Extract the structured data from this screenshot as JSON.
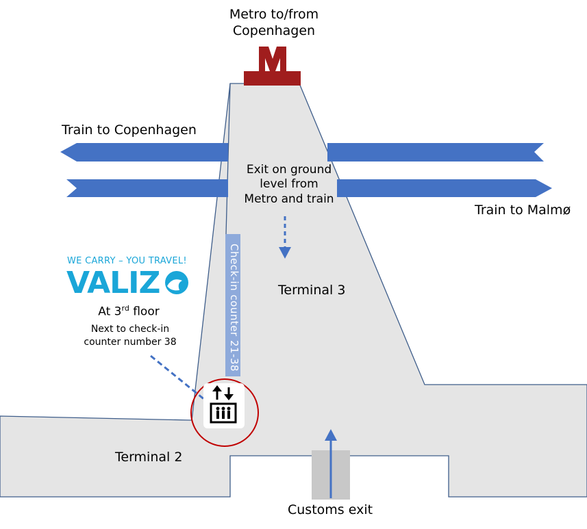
{
  "labels": {
    "metro": [
      "Metro to/from",
      "Copenhagen"
    ],
    "train_copenhagen": "Train to Copenhagen",
    "train_malmo": "Train to Malmø",
    "exit_ground": [
      "Exit on ground",
      "level from",
      "Metro and train"
    ],
    "terminal_3": "Terminal 3",
    "terminal_2": "Terminal 2",
    "customs_exit": "Customs exit",
    "checkin_counter": "Check-in counter 21-38"
  },
  "valizo": {
    "slogan": "WE CARRY – YOU TRAVEL!",
    "logo_text": "VALIZ",
    "floor_prefix": "At 3",
    "floor_sup": "rd",
    "floor_suffix": "floor",
    "location_lines": [
      "Next to check-in",
      "counter number 38"
    ]
  },
  "metro_sign_letter": "M",
  "colors": {
    "terminal_fill": "#e5e5e5",
    "terminal_stroke": "#3e5d8a",
    "train_arrow": "#4472c4",
    "metro_sign": "#a01d1d",
    "checkin_box": "#8eaadb",
    "valizo_blue": "#1aa6d8",
    "highlight_circle": "#c00000",
    "customs_path": "#c8c8c8"
  },
  "icons": [
    "metro-sign-icon",
    "elevator-icon",
    "dashed-arrow-down-icon",
    "customs-arrow-up-icon"
  ]
}
